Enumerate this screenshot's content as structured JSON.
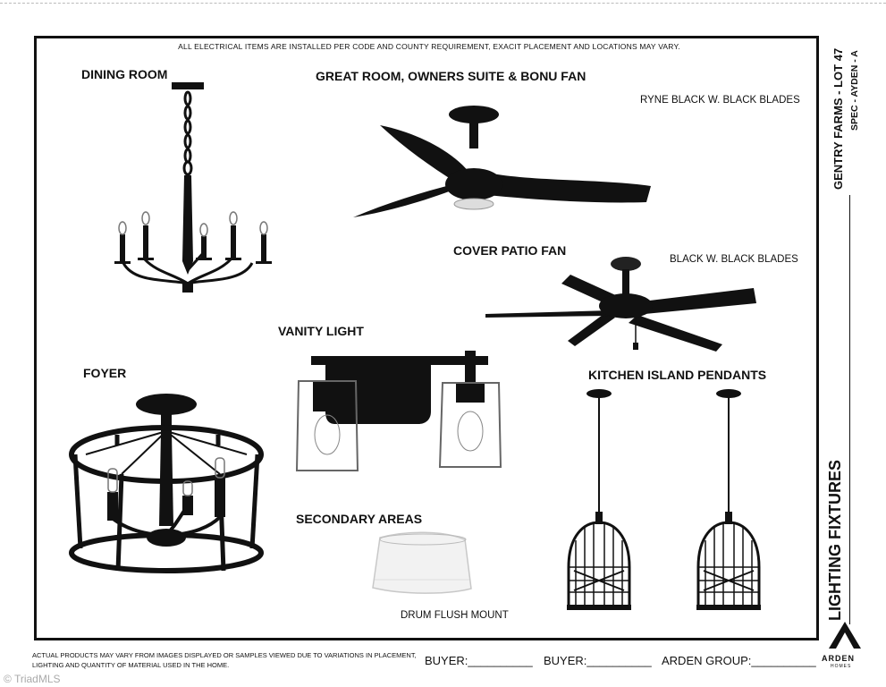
{
  "header_note": "ALL ELECTRICAL ITEMS ARE INSTALLED PER CODE AND COUNTY REQUIREMENT, EXACIT PLACEMENT AND LOCATIONS MAY VARY.",
  "sections": {
    "dining_room": {
      "title": "DINING ROOM"
    },
    "great_room_fan": {
      "title": "GREAT ROOM, OWNERS SUITE & BONU  FAN",
      "caption": "RYNE BLACK W. BLACK BLADES"
    },
    "cover_patio_fan": {
      "title": "COVER PATIO  FAN",
      "caption": "BLACK W. BLACK BLADES"
    },
    "vanity_light": {
      "title": "VANITY LIGHT"
    },
    "foyer": {
      "title": "FOYER"
    },
    "kitchen_pendants": {
      "title": "KITCHEN ISLAND PENDANTS"
    },
    "secondary_areas": {
      "title": "SECONDARY AREAS",
      "caption": "DRUM FLUSH MOUNT"
    }
  },
  "side": {
    "project": "GENTRY FARMS - LOT 47",
    "spec": "SPEC - AYDEN - A",
    "sheet_title": "LIGHTING FIXTURES",
    "logo_name": "ARDEN",
    "logo_sub": "HOMES"
  },
  "footer": {
    "disclaimer": "ACTUAL PRODUCTS MAY VARY FROM IMAGES DISPLAYED OR SAMPLES VIEWED DUE TO VARIATIONS IN PLACEMENT, LIGHTING AND QUANTITY OF MATERIAL USED IN THE HOME.",
    "buyer1": "BUYER:__________",
    "buyer2": "BUYER:__________",
    "arden_group": "ARDEN GROUP:__________"
  },
  "watermark": "© TriadMLS",
  "colors": {
    "ink": "#111111",
    "paper": "#ffffff",
    "watermark": "#aaaaaa"
  },
  "icons": [
    "chandelier-icon",
    "ceiling-fan-icon",
    "vanity-light-icon",
    "foyer-cage-light-icon",
    "cage-pendant-icon",
    "drum-flush-mount-icon",
    "arden-logo-icon"
  ]
}
